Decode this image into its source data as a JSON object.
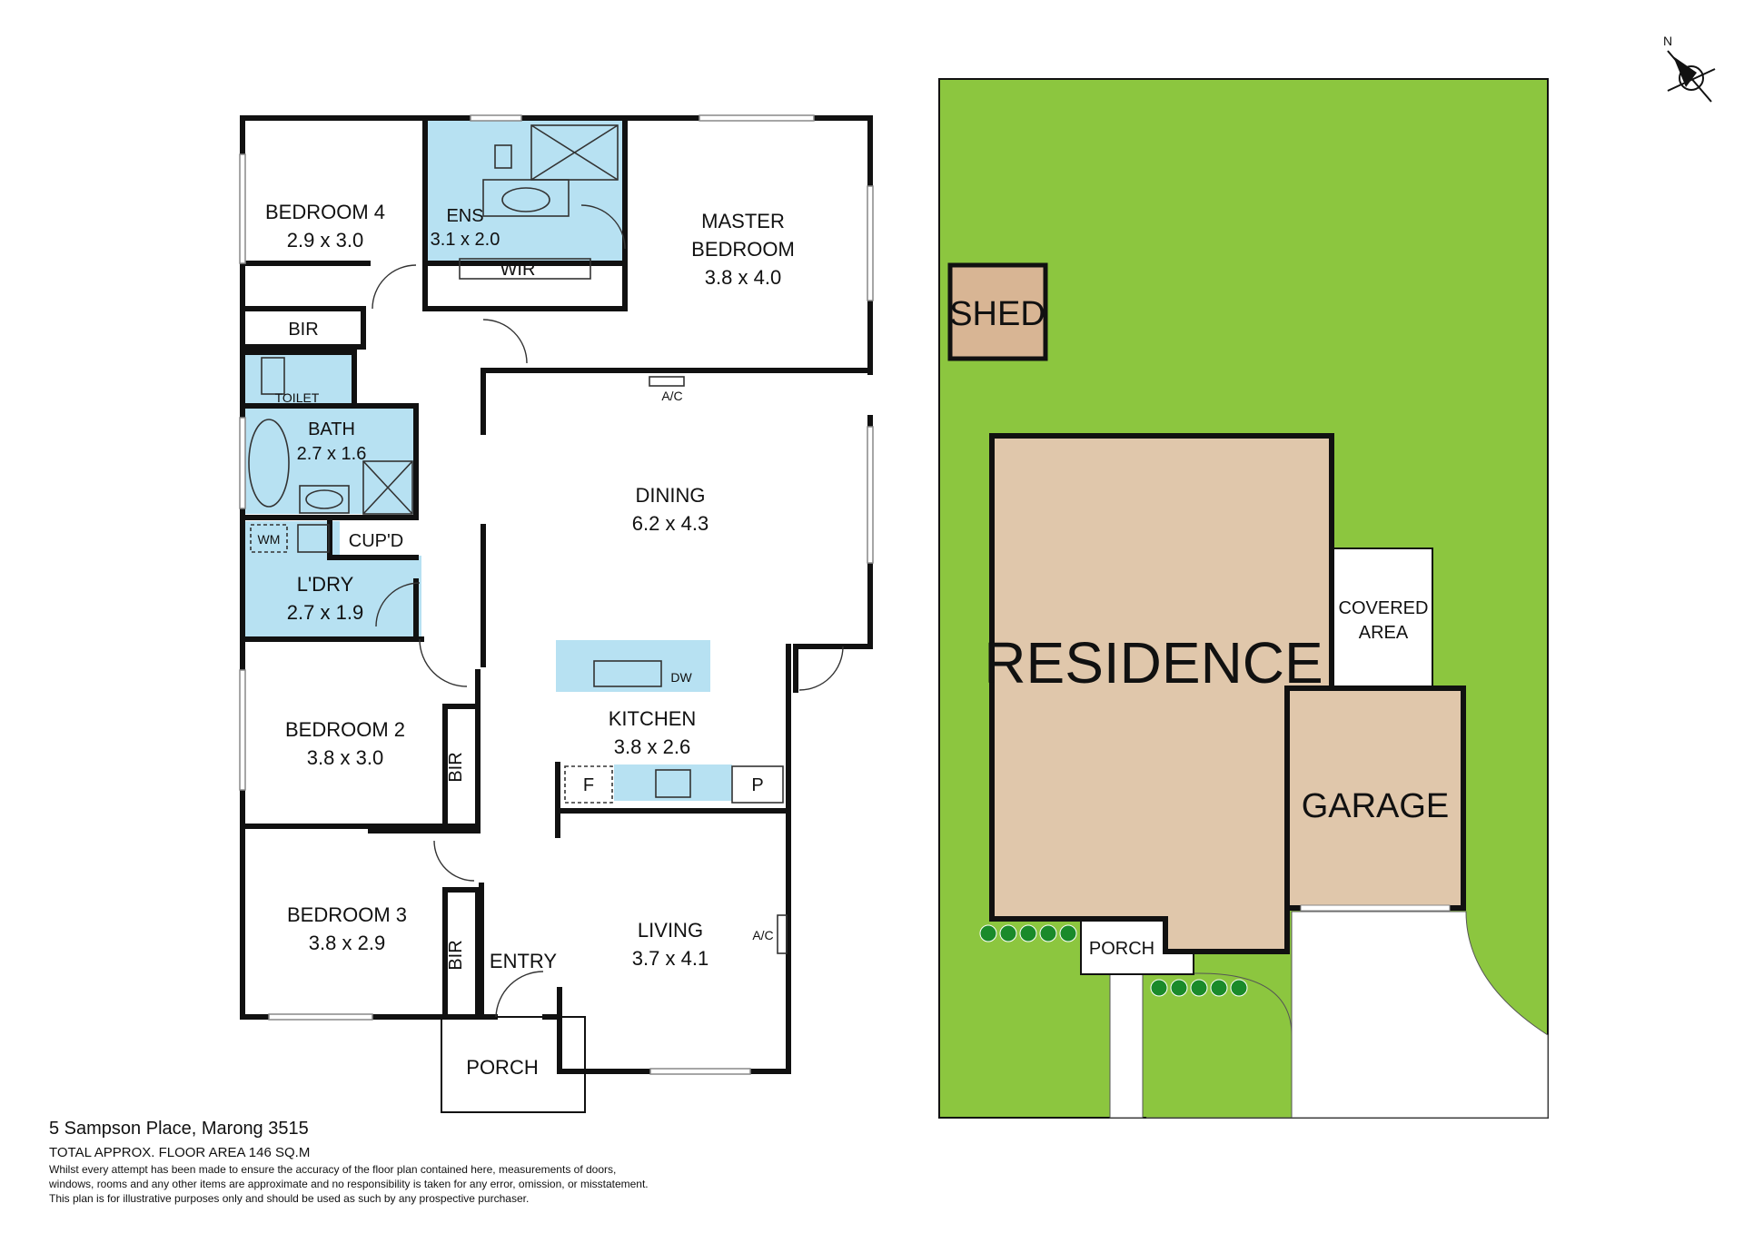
{
  "rooms": {
    "bedroom4": {
      "name": "BEDROOM 4",
      "size": "2.9 x 3.0"
    },
    "ens": {
      "name": "ENS",
      "size": "3.1 x 2.0"
    },
    "wir": {
      "name": "WIR"
    },
    "master": {
      "name1": "MASTER",
      "name2": "BEDROOM",
      "size": "3.8 x 4.0"
    },
    "bir_top": {
      "name": "BIR"
    },
    "toilet": {
      "name": "TOILET"
    },
    "bath": {
      "name": "BATH",
      "size": "2.7 x 1.6"
    },
    "wm": {
      "name": "WM"
    },
    "cupd": {
      "name": "CUP'D"
    },
    "ldry": {
      "name": "L'DRY",
      "size": "2.7 x 1.9"
    },
    "dining": {
      "name": "DINING",
      "size": "6.2 x 4.3"
    },
    "ac_dining": {
      "name": "A/C"
    },
    "kitchen": {
      "name": "KITCHEN",
      "size": "3.8 x 2.6"
    },
    "dw": {
      "name": "DW"
    },
    "fridge": {
      "name": "F"
    },
    "pantry": {
      "name": "P"
    },
    "bedroom2": {
      "name": "BEDROOM 2",
      "size": "3.8 x 3.0"
    },
    "bir_b2": {
      "name": "BIR"
    },
    "bedroom3": {
      "name": "BEDROOM 3",
      "size": "3.8 x 2.9"
    },
    "bir_b3": {
      "name": "BIR"
    },
    "entry": {
      "name": "ENTRY"
    },
    "living": {
      "name": "LIVING",
      "size": "3.7 x 4.1"
    },
    "ac_living": {
      "name": "A/C"
    },
    "porch": {
      "name": "PORCH"
    }
  },
  "site": {
    "shed": "SHED",
    "residence": "RESIDENCE",
    "covered1": "COVERED",
    "covered2": "AREA",
    "garage": "GARAGE",
    "porch": "PORCH",
    "north": "N"
  },
  "colors": {
    "grass": "#8cc63f",
    "building": "#e0c7ab",
    "wet_area": "#b7e1f2",
    "shed": "#d8b594",
    "wall": "#111111",
    "tree": "#1a8a2a"
  },
  "footer": {
    "address": "5 Sampson Place, Marong 3515",
    "area": "TOTAL APPROX. FLOOR AREA 146 SQ.M",
    "disclaimer1": "Whilst every attempt has been made to ensure the accuracy of the floor plan contained here, measurements of doors,",
    "disclaimer2": "windows, rooms and any other items are approximate and no responsibility is taken for any error, omission, or misstatement.",
    "disclaimer3": "This plan is for illustrative purposes only and should be used as such by any prospective purchaser."
  }
}
